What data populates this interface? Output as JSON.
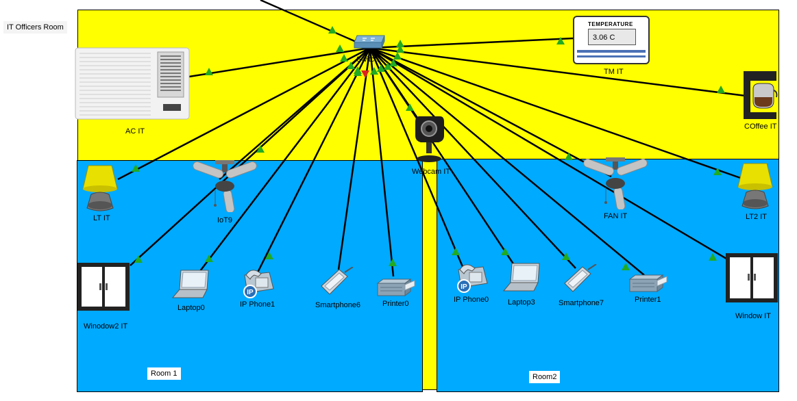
{
  "workspace": {
    "title": "IT Officers Room"
  },
  "rooms": {
    "room1_label": "Room 1",
    "room2_label": "Room2"
  },
  "switch": {
    "label": "Switch"
  },
  "colors": {
    "zone_main": "#ffff00",
    "zone_rooms": "#00aaff",
    "link_up": "#22aa22",
    "link_down": "#dd2222",
    "cable": "#000000"
  },
  "devices": {
    "ac": {
      "label": "AC IT",
      "icon": "air-conditioner-icon"
    },
    "thermometer": {
      "label": "TM IT",
      "header": "TEMPERATURE",
      "reading": "3.06 C",
      "icon": "thermometer-icon"
    },
    "coffee": {
      "label": "COffee IT",
      "icon": "coffee-maker-icon"
    },
    "webcam": {
      "label": "Webcam IT",
      "icon": "webcam-icon"
    },
    "lt": {
      "label": "LT IT",
      "icon": "lamp-icon"
    },
    "iot9": {
      "label": "IoT9",
      "icon": "ceiling-fan-icon"
    },
    "fan": {
      "label": "FAN IT",
      "icon": "ceiling-fan-icon"
    },
    "lt2": {
      "label": "LT2 IT",
      "icon": "lamp-icon"
    },
    "window2": {
      "label": "Winodow2 IT",
      "icon": "window-icon"
    },
    "laptop0": {
      "label": "Laptop0",
      "icon": "laptop-icon"
    },
    "ipphone1": {
      "label": "IP Phone1",
      "icon": "ip-phone-icon"
    },
    "smartphone6": {
      "label": "Smartphone6",
      "icon": "smartphone-icon"
    },
    "printer0": {
      "label": "Printer0",
      "icon": "printer-icon"
    },
    "ipphone0": {
      "label": "IP Phone0",
      "icon": "ip-phone-icon"
    },
    "laptop3": {
      "label": "Laptop3",
      "icon": "laptop-icon"
    },
    "smartphone7": {
      "label": "Smartphone7",
      "icon": "smartphone-icon"
    },
    "printer1": {
      "label": "Printer1",
      "icon": "printer-icon"
    },
    "window": {
      "label": "Window IT",
      "icon": "window-icon"
    }
  }
}
